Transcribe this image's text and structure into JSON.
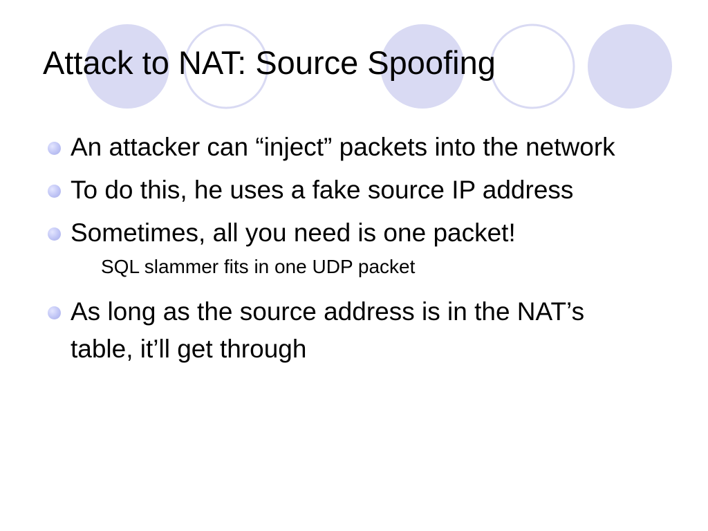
{
  "slide": {
    "title": "Attack to NAT: Source Spoofing",
    "bullets": [
      "An attacker can “inject” packets into the network",
      "To do this, he uses a fake source IP address",
      "Sometimes, all you need is one packet!",
      "As long as the source address is in the NAT’s table, it’ll get through"
    ],
    "sub_bullets": [
      "SQL slammer fits in one UDP packet"
    ],
    "colors": {
      "circle_fill": "#d9daf3",
      "circle_outline": "#d9daf3",
      "bullet_marker": "#b8bdf2",
      "text": "#000000"
    },
    "icons": {
      "decoration": "circle-decoration-icon",
      "bullet": "bullet-dot-icon"
    }
  }
}
